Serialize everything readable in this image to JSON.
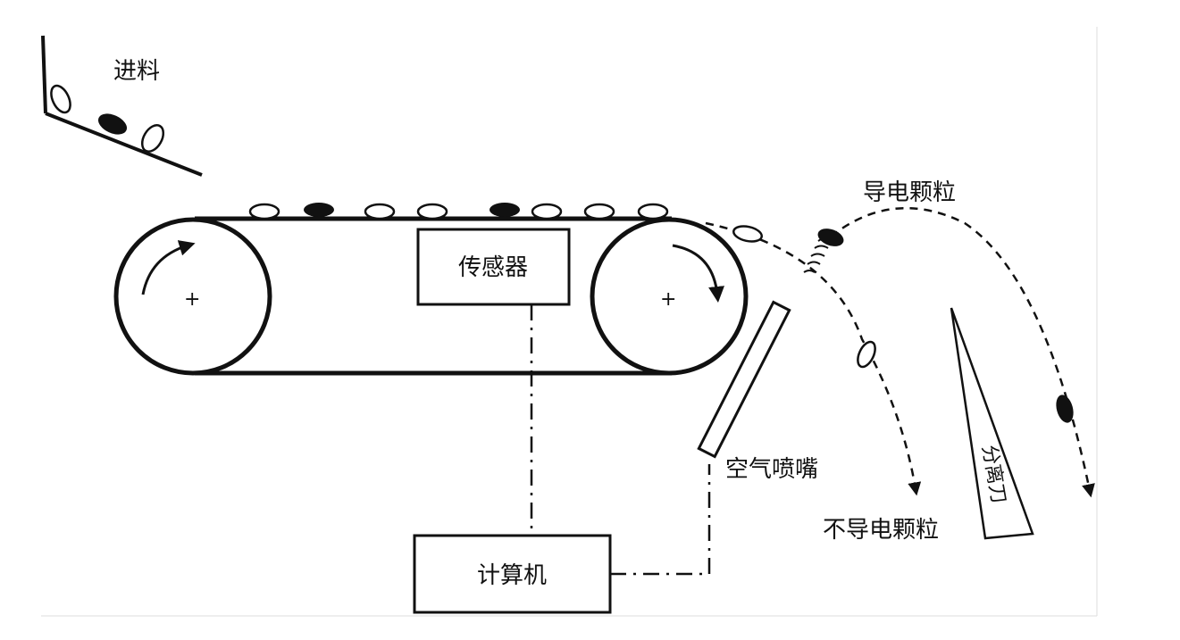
{
  "labels": {
    "feed": "进料",
    "sensor": "传感器",
    "computer": "计算机",
    "air_nozzle": "空气喷嘴",
    "conductive": "导电颗粒",
    "nonconductive": "不导电颗粒",
    "separator": "分离刀"
  },
  "colors": {
    "line": "#111111",
    "particle_conductive": "#111111",
    "particle_nonconductive": "#ffffff",
    "background": "#ffffff"
  },
  "icons": {
    "rotation_arrow": "clockwise-arrow",
    "flow_arrow": "arrow-down"
  }
}
